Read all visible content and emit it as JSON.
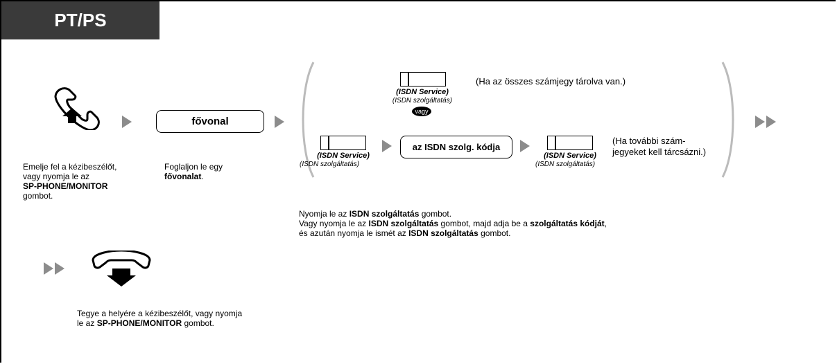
{
  "header": {
    "tab_label": "PT/PS"
  },
  "steps": {
    "offhook": {
      "line1": "Emelje fel a kézibeszélőt,",
      "line2": "vagy nyomja le az",
      "bold": "SP-PHONE/MONITOR",
      "line4": "gombot."
    },
    "line_seize": {
      "button_label": "fővonal",
      "line1": "Foglaljon le egy",
      "bold": "fővonalat",
      "suffix": "."
    }
  },
  "options": {
    "top_key": {
      "label_en": "(ISDN Service)",
      "label_hu": "(ISDN szolgáltatás)",
      "note": "(Ha az összes számjegy tárolva van.)"
    },
    "or_label": "vagy",
    "left_key": {
      "label_en": "(ISDN Service)",
      "label_hu": "(ISDN szolgáltatás)"
    },
    "code_box": "az ISDN szolg. kódja",
    "right_key": {
      "label_en": "(ISDN Service)",
      "label_hu": "(ISDN szolgáltatás)",
      "note_line1": "(Ha további szám-",
      "note_line2": "jegyeket kell tárcsázni.)"
    }
  },
  "explain": {
    "l1_a": "Nyomja le az ",
    "l1_b": "ISDN szolgáltatás",
    "l1_c": " gombot.",
    "l2_a": "Vagy nyomja le az ",
    "l2_b": "ISDN szolgáltatás",
    "l2_c": " gombot, majd adja be a ",
    "l2_d": "szolgáltatás kódját",
    "l2_e": ",",
    "l3_a": "és azután nyomja le ismét az ",
    "l3_b": "ISDN szolgáltatás",
    "l3_c": " gombot."
  },
  "onhook": {
    "l1": "Tegye a helyére a kézibeszélőt, vagy nyomja",
    "l2_a": "le az ",
    "l2_b": "SP-PHONE/MONITOR",
    "l2_c": " gombot."
  },
  "icons": {
    "offhook": "handset-offhook-icon",
    "onhook": "handset-onhook-icon",
    "next": "arrow-right-icon",
    "continue": "double-arrow-icon"
  }
}
